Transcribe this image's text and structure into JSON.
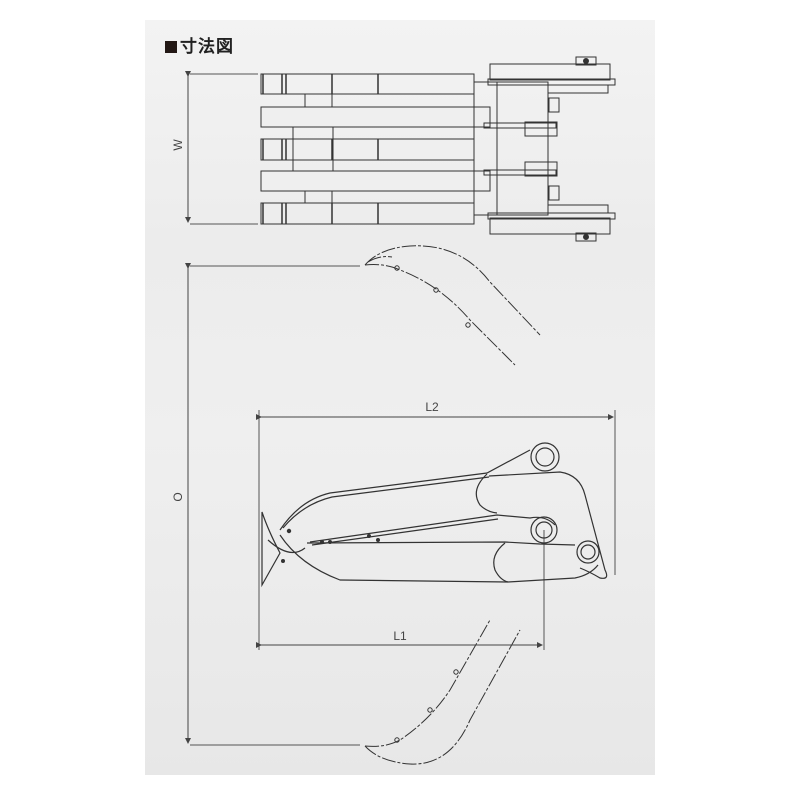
{
  "title": "寸法図",
  "dimensions": {
    "width": "W",
    "opening": "O",
    "length1": "L1",
    "length2": "L2"
  },
  "colors": {
    "line": "#333333",
    "panel": "#ececec",
    "title_square": "#231815"
  }
}
